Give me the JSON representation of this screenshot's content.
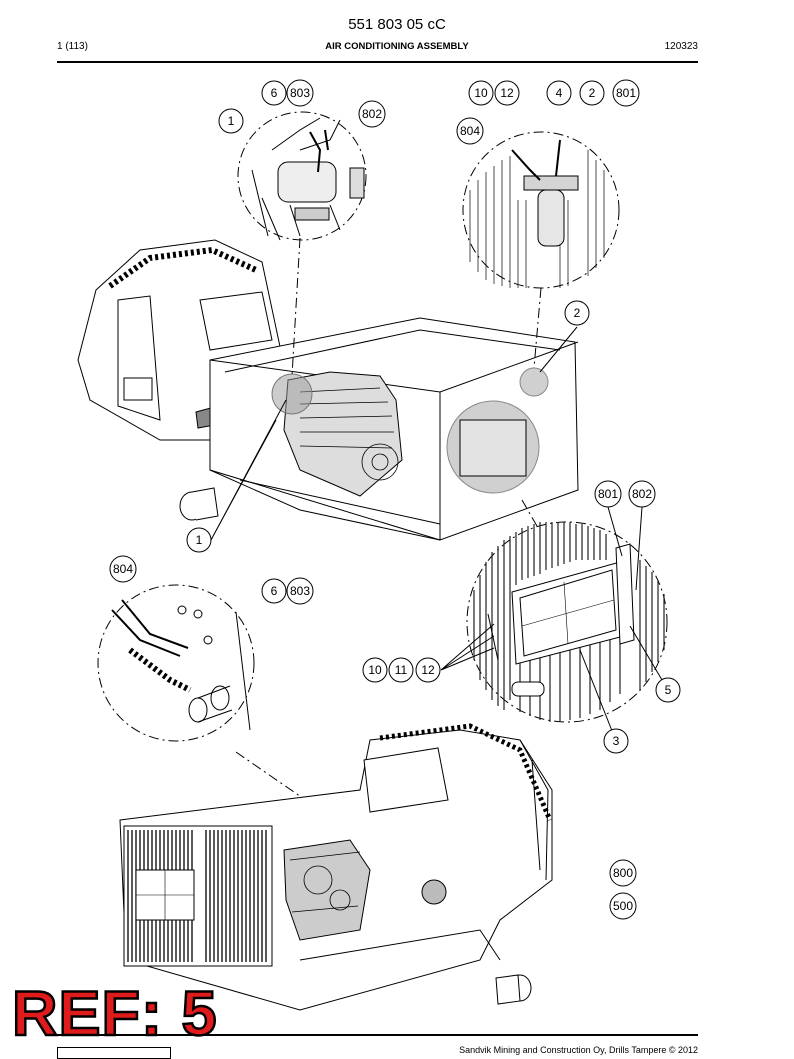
{
  "header": {
    "doc_number": "551 803 05 cC",
    "page_info": "1 (113)",
    "title": "AIR CONDITIONING ASSEMBLY",
    "date": "120323"
  },
  "callouts": {
    "c6_top": "6",
    "c803_top": "803",
    "c802_top": "802",
    "c1_top": "1",
    "c10_top": "10",
    "c12_top": "12",
    "c4": "4",
    "c2_top": "2",
    "c801_top": "801",
    "c804_top": "804",
    "c2_mid": "2",
    "c801_mid": "801",
    "c802_mid": "802",
    "c1_mid": "1",
    "c804_left": "804",
    "c6_left": "6",
    "c803_left": "803",
    "c10_mid": "10",
    "c11_mid": "11",
    "c12_mid": "12",
    "c5": "5",
    "c3": "3",
    "c800": "800",
    "c500": "500"
  },
  "stamp": {
    "text": "REF: 5"
  },
  "footer": {
    "text": "Sandvik Mining and Construction Oy, Drills Tampere © 2012"
  }
}
